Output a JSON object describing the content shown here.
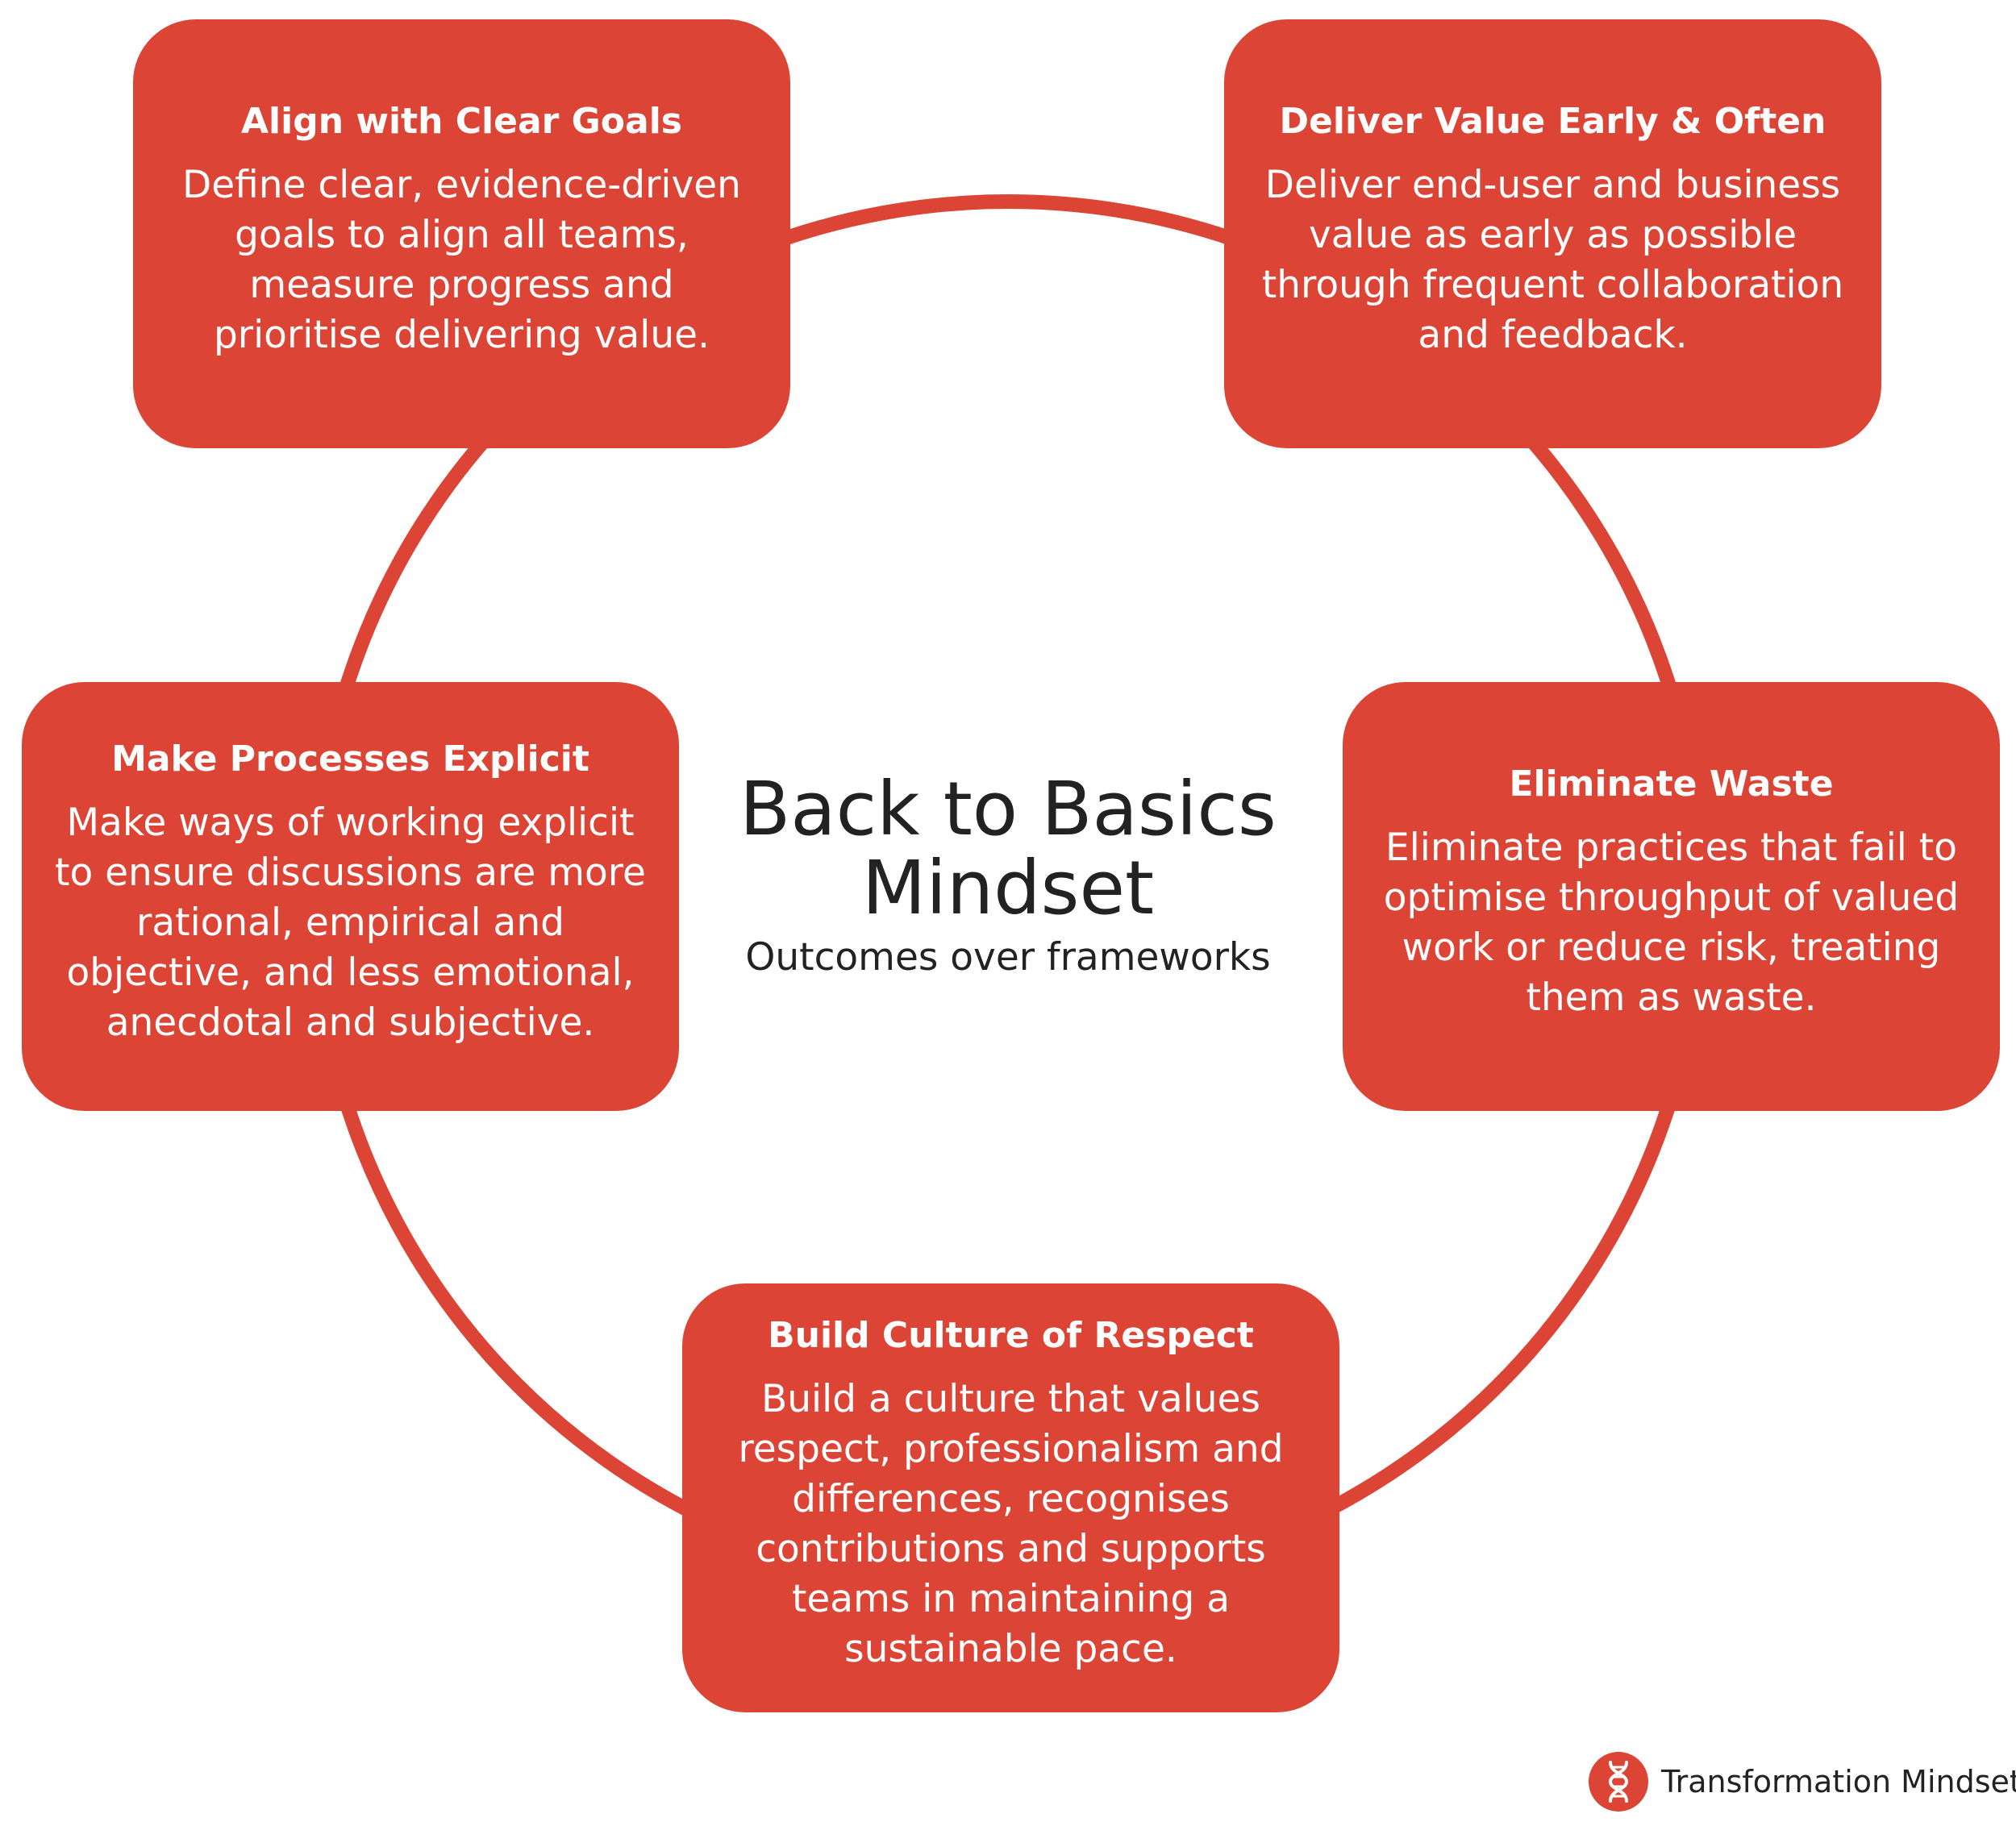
{
  "diagram": {
    "center": {
      "title": "Back to Basics Mindset",
      "subtitle": "Outcomes over frameworks"
    },
    "principles": [
      {
        "title": "Align with Clear Goals",
        "body": "Define clear, evidence-driven goals to align all teams, measure progress and prioritise delivering value."
      },
      {
        "title": "Deliver Value Early & Often",
        "body": "Deliver end-user and business value as early as possible through frequent collaboration and feedback."
      },
      {
        "title": "Make Processes Explicit",
        "body": "Make ways of working explicit to ensure discussions are more rational, empirical and objective, and less emotional, anecdotal and subjective."
      },
      {
        "title": "Eliminate Waste",
        "body": "Eliminate practices that fail to optimise throughput of valued work or reduce risk, treating them as waste."
      },
      {
        "title": "Build Culture of Respect",
        "body": "Build a culture that values respect, professionalism and differences, recognises contributions and supports teams in maintaining a sustainable pace."
      }
    ]
  },
  "brand": {
    "name": "Transformation Mindset",
    "logo_icon": "dna-icon"
  },
  "colors": {
    "accent": "#dc4436",
    "text_dark": "#222222",
    "card_text": "#ffffff",
    "background": "#ffffff"
  }
}
